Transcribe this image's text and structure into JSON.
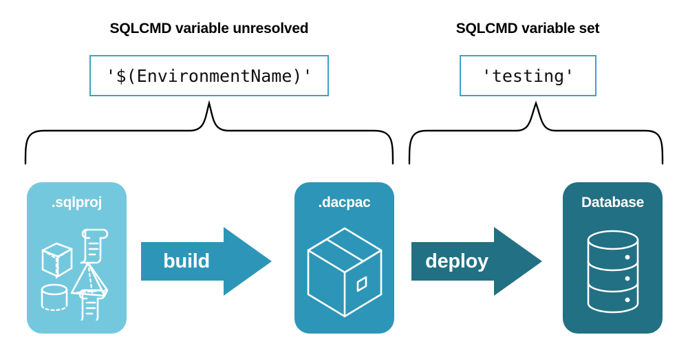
{
  "diagram": {
    "title_left": "SQLCMD variable unresolved",
    "title_right": "SQLCMD variable set",
    "code_left": "'$(EnvironmentName)'",
    "code_right": "'testing'",
    "stages": [
      {
        "label": ".sqlproj",
        "color": "#74c8de",
        "icon": "sql-project-shapes-icon"
      },
      {
        "label": ".dacpac",
        "color": "#2d96b8",
        "icon": "package-box-icon"
      },
      {
        "label": "Database",
        "color": "#227083",
        "icon": "database-cylinder-icon"
      }
    ],
    "arrows": [
      {
        "label": "build",
        "color": "#2d96b8"
      },
      {
        "label": "deploy",
        "color": "#227083"
      }
    ],
    "brace_left_label_target": ".sqlproj to .dacpac",
    "brace_right_label_target": ".dacpac to Database",
    "colors": {
      "light_teal": "#74c8de",
      "mid_teal": "#2d96b8",
      "dark_teal": "#227083",
      "box_border": "#3ba3c4",
      "text": "#000000",
      "background": "#ffffff"
    }
  }
}
